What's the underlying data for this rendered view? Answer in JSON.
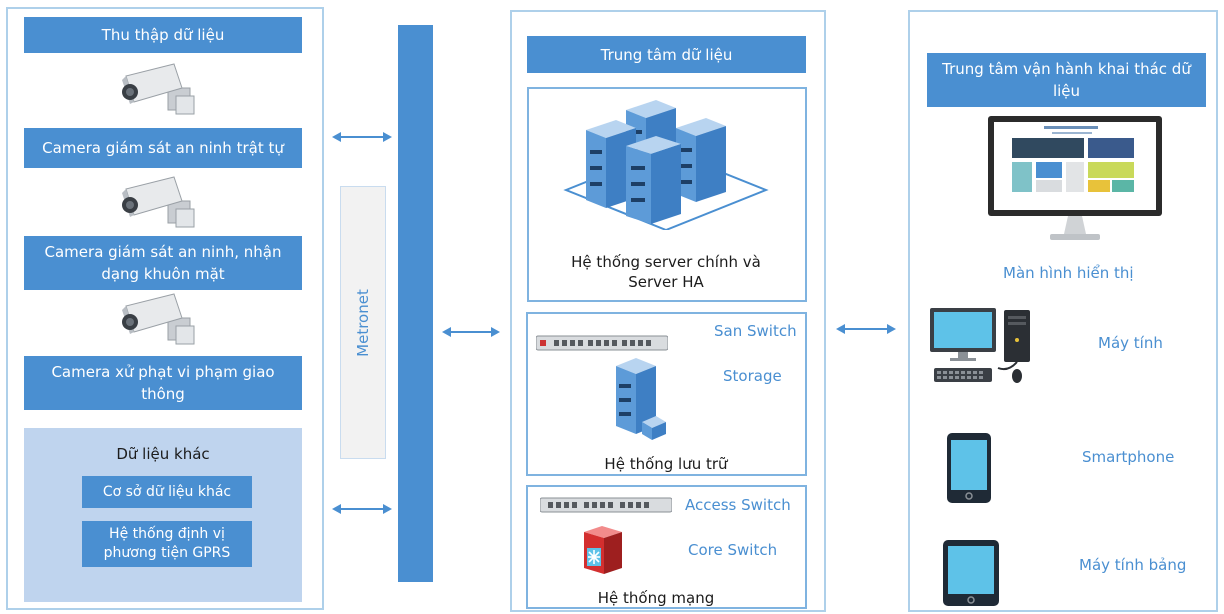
{
  "collection": {
    "title": "Thu thập dữ liệu",
    "camera_security": "Camera giám sát an ninh trật tự",
    "camera_face": "Camera giám sát an ninh, nhận dạng khuôn mặt",
    "camera_traffic": "Camera xử phạt vi phạm giao thông",
    "other_data": {
      "title": "Dữ liệu khác",
      "other_db": "Cơ sở dữ liệu khác",
      "gprs": "Hệ thống định vị phương tiện GPRS"
    }
  },
  "network_bus": {
    "label": "Metronet"
  },
  "datacenter": {
    "title": "Trung tâm dữ liệu",
    "server_system": "Hệ thống server chính và Server HA",
    "storage": {
      "san_switch": "San Switch",
      "storage": "Storage",
      "title": "Hệ thống lưu trữ"
    },
    "network": {
      "access_switch": "Access Switch",
      "core_switch": "Core Switch",
      "title": "Hệ thống mạng"
    }
  },
  "operations": {
    "title": "Trung tâm vận hành khai thác dữ liệu",
    "display": "Màn hình hiển thị",
    "computer": "Máy tính",
    "smartphone": "Smartphone",
    "tablet": "Máy tính bảng"
  },
  "colors": {
    "accent": "#4a8fd1",
    "panel_border": "#aed0ea",
    "light_fill": "#bfd4ee"
  }
}
